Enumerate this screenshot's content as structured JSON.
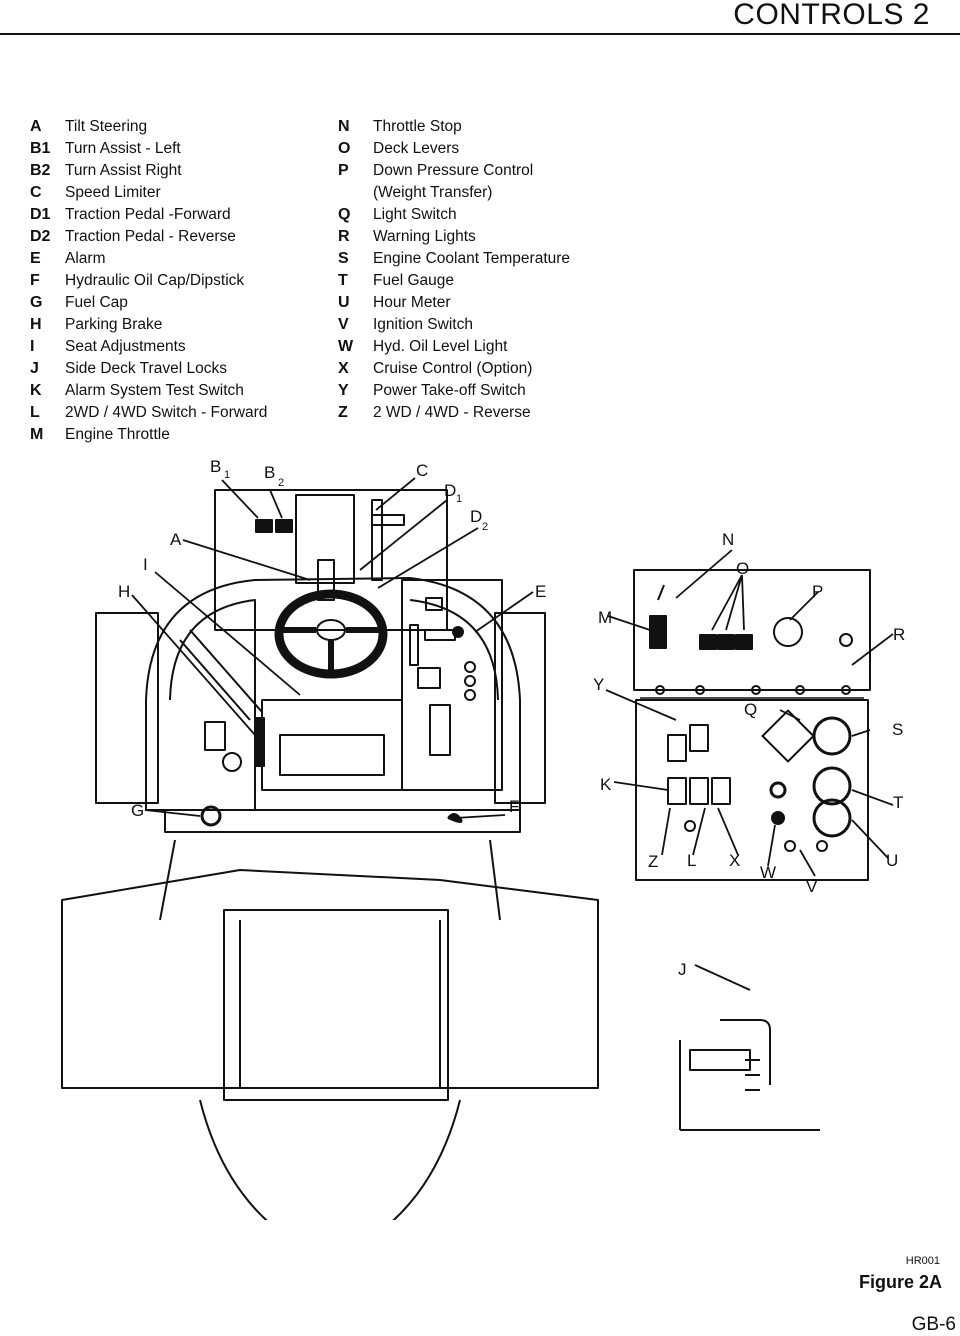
{
  "header": {
    "title": "CONTROLS   2"
  },
  "legend_left": [
    {
      "code": "A",
      "label": "Tilt Steering"
    },
    {
      "code": "B1",
      "label": "Turn Assist - Left"
    },
    {
      "code": "B2",
      "label": "Turn Assist Right"
    },
    {
      "code": "C",
      "label": "Speed Limiter"
    },
    {
      "code": "D1",
      "label": "Traction Pedal -Forward"
    },
    {
      "code": "D2",
      "label": "Traction Pedal - Reverse"
    },
    {
      "code": "E",
      "label": "Alarm"
    },
    {
      "code": "F",
      "label": "Hydraulic Oil Cap/Dipstick"
    },
    {
      "code": "G",
      "label": "Fuel Cap"
    },
    {
      "code": "H",
      "label": "Parking Brake"
    },
    {
      "code": "I",
      "label": "Seat Adjustments"
    },
    {
      "code": "J",
      "label": "Side Deck Travel Locks"
    },
    {
      "code": "K",
      "label": "Alarm System Test Switch"
    },
    {
      "code": "L",
      "label": "2WD / 4WD Switch - Forward"
    },
    {
      "code": "M",
      "label": "Engine Throttle"
    }
  ],
  "legend_right": [
    {
      "code": "N",
      "label": "Throttle Stop"
    },
    {
      "code": "O",
      "label": "Deck Levers"
    },
    {
      "code": "P",
      "label": "Down Pressure Control"
    },
    {
      "code": "",
      "label": "(Weight Transfer)"
    },
    {
      "code": "Q",
      "label": "Light Switch"
    },
    {
      "code": "R",
      "label": "Warning Lights"
    },
    {
      "code": "S",
      "label": "Engine Coolant Temperature"
    },
    {
      "code": "T",
      "label": "Fuel Gauge"
    },
    {
      "code": "U",
      "label": "Hour Meter"
    },
    {
      "code": "V",
      "label": "Ignition Switch"
    },
    {
      "code": "W",
      "label": "Hyd. Oil Level Light"
    },
    {
      "code": "X",
      "label": "Cruise Control (Option)"
    },
    {
      "code": "Y",
      "label": "Power Take-off Switch"
    },
    {
      "code": "Z",
      "label": "2 WD / 4WD - Reverse"
    }
  ],
  "callouts": {
    "A": "A",
    "B": "B",
    "B_sub1": "1",
    "B_sub2": "2",
    "C": "C",
    "D": "D",
    "D_sub1": "1",
    "D_sub2": "2",
    "E": "E",
    "F": "F",
    "G": "G",
    "H": "H",
    "I": "I",
    "J": "J",
    "K": "K",
    "L": "L",
    "M": "M",
    "N": "N",
    "O": "O",
    "P": "P",
    "Q": "Q",
    "R": "R",
    "S": "S",
    "T": "T",
    "U": "U",
    "V": "V",
    "W": "W",
    "X": "X",
    "Y": "Y",
    "Z": "Z"
  },
  "figure": {
    "code": "HR001",
    "caption": "Figure 2A"
  },
  "page_number": "GB-6"
}
